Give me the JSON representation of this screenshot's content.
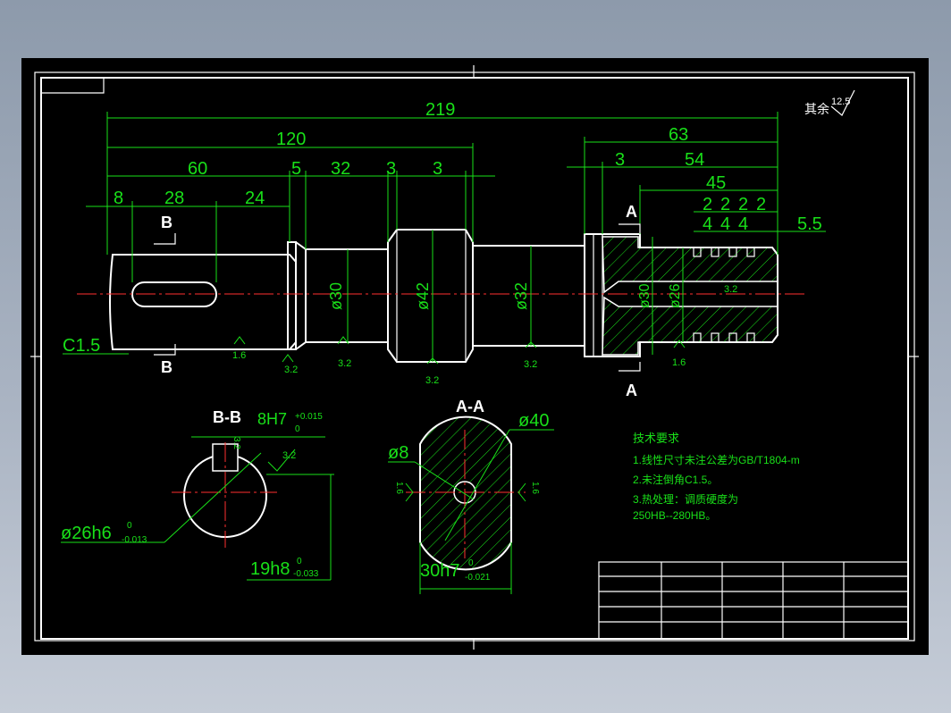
{
  "roughness_other": {
    "label": "其余",
    "value": "12.5"
  },
  "dimensions": {
    "d219": "219",
    "d120": "120",
    "d60": "60",
    "d5": "5",
    "d32": "32",
    "d3a": "3",
    "d3b": "3",
    "d8": "8",
    "d28": "28",
    "d24": "24",
    "d63": "63",
    "d3c": "3",
    "d54": "54",
    "d45": "45",
    "d2a": "2",
    "d2b": "2",
    "d2c": "2",
    "d2d": "2",
    "d4a": "4",
    "d4b": "4",
    "d4c": "4",
    "d55": "5.5"
  },
  "diameters": {
    "dia30a": "ø30",
    "dia42": "ø42",
    "dia32": "ø32",
    "dia30b": "ø30",
    "dia26": "ø26"
  },
  "chamfer": "C1.5",
  "roughness": {
    "r16a": "1.6",
    "r32a": "3.2",
    "r32b": "3.2",
    "r32c": "3.2",
    "r32d": "3.2",
    "r16b": "1.6",
    "r32e": "3.2"
  },
  "section_marks": {
    "b_top": "B",
    "b_bottom": "B",
    "a_top": "A",
    "a_bottom": "A"
  },
  "section_bb": {
    "title": "B-B",
    "keyway": "8H7",
    "keyway_tol_up": "+0.015",
    "keyway_tol_low": "0",
    "roughness": "3.2",
    "roughness_side": "3.2",
    "diameter": "ø26h6",
    "dia_tol_up": "0",
    "dia_tol_low": "-0.013",
    "depth": "19h8",
    "depth_tol_up": "0",
    "depth_tol_low": "-0.033"
  },
  "section_aa": {
    "title": "A-A",
    "diameter": "ø40",
    "hole": "ø8",
    "r_left": "1.6",
    "r_right": "1.6",
    "width": "30h7",
    "width_tol_up": "0",
    "width_tol_low": "-0.021"
  },
  "tech_requirements": {
    "title": "技术要求",
    "items": [
      "1.线性尺寸未注公差为GB/T1804-m",
      "2.未注倒角C1.5。",
      "3.热处理：调质硬度为",
      "250HB--280HB。"
    ]
  }
}
